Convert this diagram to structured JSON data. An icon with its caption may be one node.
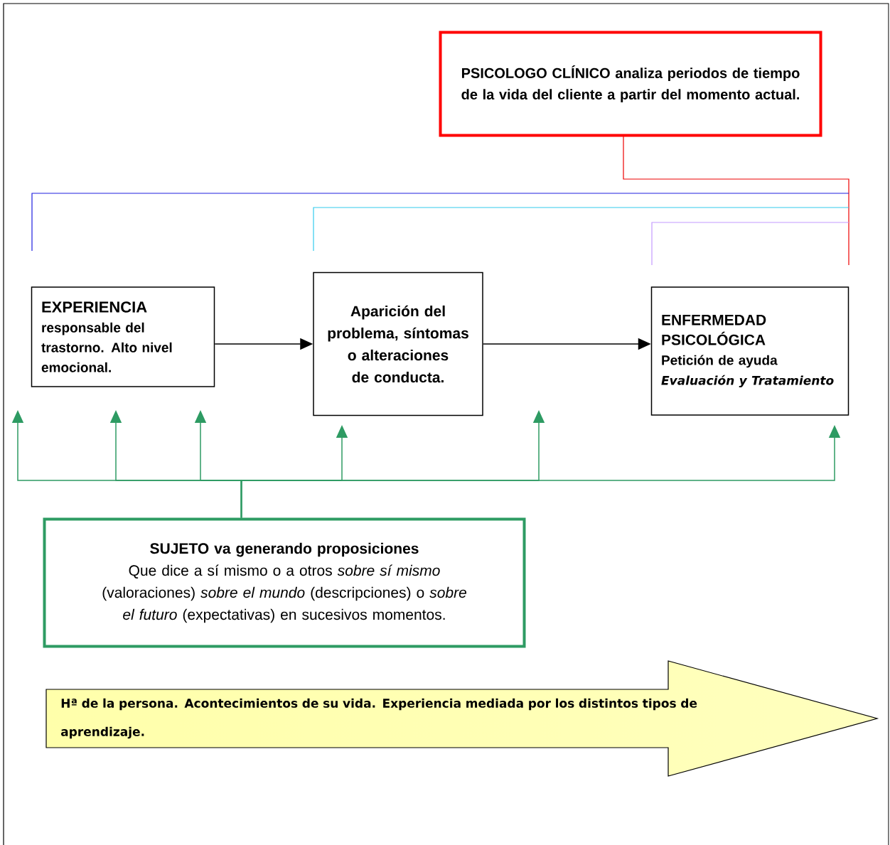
{
  "diagram": {
    "nodes": [
      {
        "text": [
          "PSICOLOGO CLÍNICO analiza periodos de tiempo de la vida del cliente a partir del momento actual."
        ]
      },
      {
        "text": [
          "EXPERIENCIA",
          "responsable del trastorno. Alto nivel emocional."
        ]
      },
      {
        "text": [
          "Aparición del problema, síntomas o alteraciones de conducta."
        ]
      },
      {
        "text": [
          "ENFERMEDAD PSICOLÓGICA",
          "Petición de ayuda",
          "Evaluación y Tratamiento"
        ]
      },
      {
        "text": [
          "SUJETO va generando proposiciones",
          "Que dice a sí mismo o a otros *sobre sí mismo* (valoraciones) *sobre el mundo* (descripciones) o *sobre el futuro* (expectativas) en sucesivos momentos."
        ]
      },
      {
        "text": [
          "Hª de la persona. Acontecimientos de su vida. Experiencia mediada por los distintos tipos de aprendizaje."
        ]
      }
    ],
    "edges": [
      {
        "from": 1,
        "to": 2,
        "arrow": "to",
        "color": "#000000"
      },
      {
        "from": 2,
        "to": 3,
        "arrow": "to",
        "color": "#000000"
      },
      {
        "from": 4,
        "to": null,
        "arrow": "to"
      },
      {
        "from": 4,
        "to": null,
        "arrow": "to"
      },
      {
        "from": 4,
        "to": null,
        "arrow": "to"
      },
      {
        "from": 4,
        "to": null,
        "arrow": "to"
      },
      {
        "from": 4,
        "to": null,
        "arrow": "to"
      },
      {
        "from": 4,
        "to": null,
        "arrow": "to"
      }
    ]
  }
}
